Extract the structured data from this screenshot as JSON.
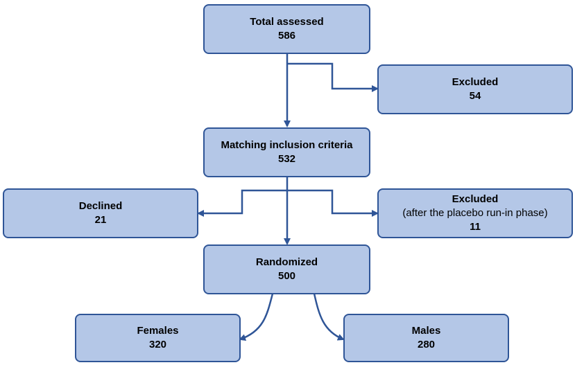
{
  "nodes": {
    "total": {
      "label": "Total assessed",
      "count": "586"
    },
    "excluded1": {
      "label": "Excluded",
      "count": "54"
    },
    "matching": {
      "label": "Matching inclusion criteria",
      "count": "532"
    },
    "declined": {
      "label": "Declined",
      "count": "21"
    },
    "excluded2": {
      "label": "Excluded",
      "note": "(after the placebo run-in phase)",
      "count": "11"
    },
    "randomized": {
      "label": "Randomized",
      "count": "500"
    },
    "females": {
      "label": "Females",
      "count": "320"
    },
    "males": {
      "label": "Males",
      "count": "280"
    }
  },
  "colors": {
    "box_fill": "#b4c7e7",
    "box_border": "#2f5597",
    "arrow": "#2f5597"
  }
}
